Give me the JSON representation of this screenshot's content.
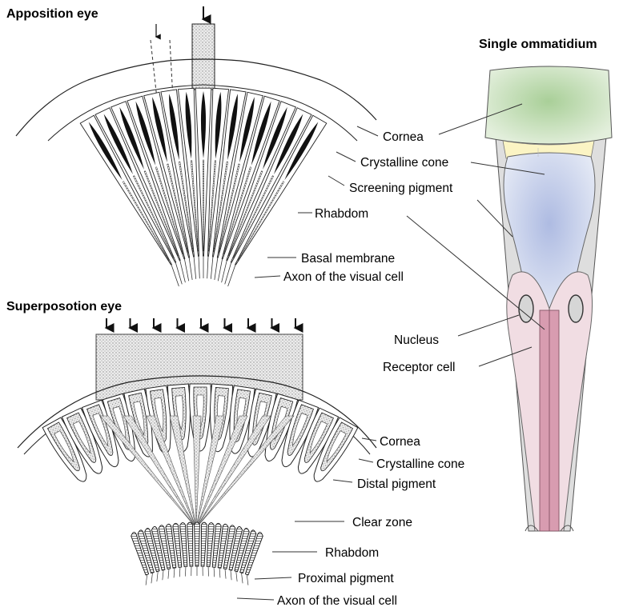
{
  "titles": {
    "apposition": "Apposition eye",
    "superposition": "Superposotion eye",
    "ommatidium": "Single ommatidium"
  },
  "apposition_labels": {
    "cornea": "Cornea",
    "crystalline_cone": "Crystalline cone",
    "screening_pigment": "Screening pigment",
    "rhabdom": "Rhabdom",
    "basal_membrane": "Basal membrane",
    "axon": "Axon of the visual cell"
  },
  "superposition_labels": {
    "cornea": "Cornea",
    "crystalline_cone": "Crystalline cone",
    "distal_pigment": "Distal pigment",
    "clear_zone": "Clear zone",
    "rhabdom": "Rhabdom",
    "proximal_pigment": "Proximal pigment",
    "axon": "Axon of the visual cell"
  },
  "ommatidium_labels": {
    "nucleus": "Nucleus",
    "receptor_cell": "Receptor cell"
  },
  "colors": {
    "cornea_fill": "#cfe3c3",
    "cone_fill": "#c9d3ea",
    "cone_top_fill": "#fbf4c4",
    "receptor_fill": "#f1dde3",
    "rhabdom_fill": "#d89cb0",
    "pigment_fill": "#dcdcdc",
    "ink": "#111111"
  }
}
